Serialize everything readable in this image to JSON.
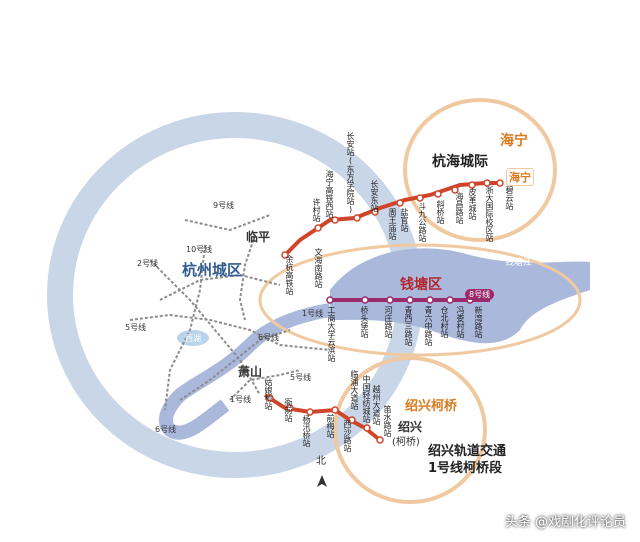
{
  "regions": {
    "hangzhou": "杭州城区",
    "qiantang": "钱塘区",
    "haining": "海宁",
    "shaoxing": "绍兴柯桥",
    "linping": "临平",
    "xiaoshan": "萧山",
    "shaoxing_station": "绍兴",
    "keqiao": "(柯桥)",
    "xihu": "西湖",
    "qiantangjiang": "钱塘江",
    "haining_tag": "海宁"
  },
  "callouts": {
    "hanghai": "杭海城际",
    "shaoxing_line1": "绍兴轨道交通",
    "shaoxing_line2": "1号线柯桥段"
  },
  "lines": {
    "line1": "1号线",
    "line2": "2号线",
    "line5a": "5号线",
    "line5b": "5号线",
    "line6a": "6号线",
    "line6b": "6号线",
    "line9": "9号线",
    "line10": "10号线",
    "line1b": "1号线",
    "line8": "8号线"
  },
  "stations": {
    "yuhang": "余杭高铁站",
    "xucun": "许村站",
    "haining_west": "海宁高铁西站",
    "changan": "长安站(东方学院站)",
    "changan_east": "长安东站",
    "zhouwangmiao": "周王庙站",
    "yanguan": "盐官站",
    "doujiu": "斗九公路站",
    "xieqiao": "斜桥站",
    "haichang": "海昌路站",
    "pianyan": "皮革城站",
    "zheda": "浙大国际校区站",
    "biyun": "碧云站",
    "wenhainan": "文海南路站",
    "gongshang": "工商大学云滨站",
    "qiaotoubao": "桥头堡站",
    "hezhuang": "河庄路站",
    "qingxi": "青西三路站",
    "qingliu": "青六中路站",
    "cangbei": "仓北村站",
    "fengmo": "冯娄村站",
    "xinwan": "新湾路站",
    "gulang": "姑娘桥站",
    "yuqian": "衙前站",
    "yangfen": "杨汛桥站",
    "qianmei": "前梅站",
    "linpu": "临浦大道站",
    "xisha": "西沙路站",
    "keqiao_city": "中国轻纺城站",
    "yuezhou": "越州大道站",
    "xiaoshui": "笛水路站"
  },
  "misc": {
    "north": "北",
    "watermark": "头条 @戏剧化评论员"
  }
}
